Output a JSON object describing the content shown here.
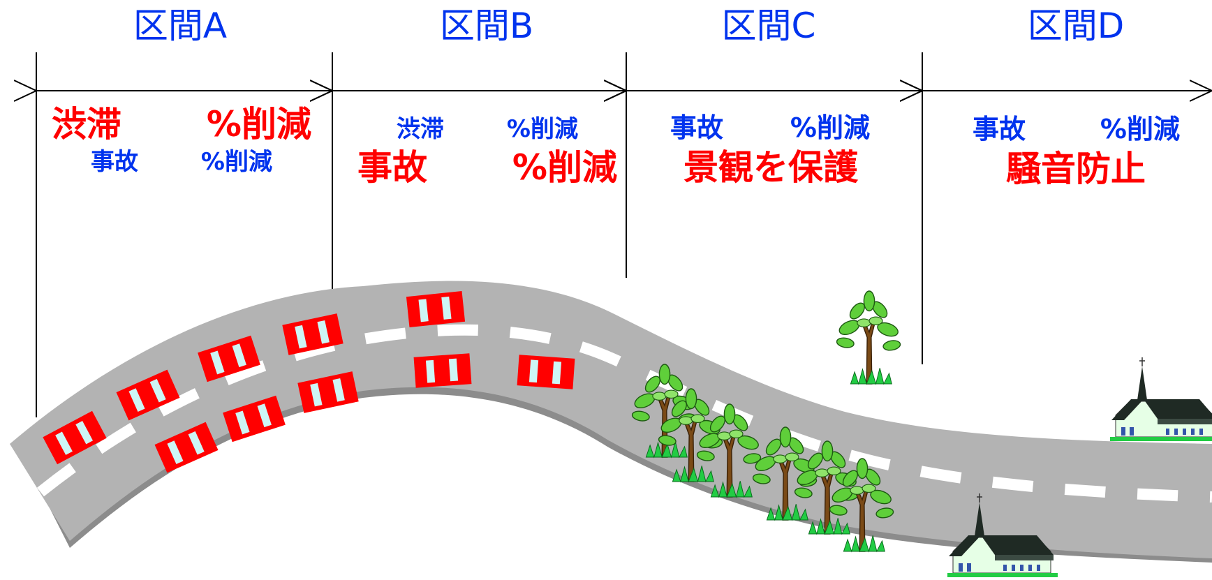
{
  "sections": [
    {
      "title": "区間A",
      "main": {
        "label": "渋滞",
        "suffix": "%削減"
      },
      "sub": {
        "label": "事故",
        "suffix": "%削減"
      }
    },
    {
      "title": "区間B",
      "sub": {
        "label": "渋滞",
        "suffix": "%削減"
      },
      "main": {
        "label": "事故",
        "suffix": "%削減"
      }
    },
    {
      "title": "区間C",
      "sub": {
        "label": "事故",
        "suffix": "%削減"
      },
      "main": {
        "label": "景観を保護"
      }
    },
    {
      "title": "区間D",
      "sub": {
        "label": "事故",
        "suffix": "%削減"
      },
      "main": {
        "label": "騒音防止"
      }
    }
  ],
  "colors": {
    "title": "#0033ee",
    "emphasis": "#ff0000",
    "road": "#b3b3b3",
    "road_shadow": "#8c8c8c",
    "car": "#ff0000",
    "car_window": "#cdf5f5",
    "tree_leaf": "#5fcf3a",
    "tree_trunk": "#7a4a16",
    "grass": "#22cc44",
    "church_roof": "#1f2a24",
    "church_wall": "#e6ffe6"
  },
  "icons": [
    "car-icon",
    "tree-icon",
    "church-icon",
    "dimension-arrow-icon"
  ]
}
